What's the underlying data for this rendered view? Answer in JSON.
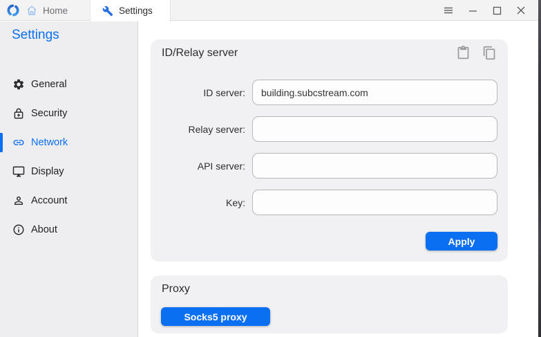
{
  "titlebar": {
    "tabs": [
      {
        "label": "Home"
      },
      {
        "label": "Settings"
      }
    ],
    "window_controls": [
      "menu",
      "minimize",
      "maximize",
      "close"
    ]
  },
  "sidebar": {
    "title": "Settings",
    "items": [
      {
        "label": "General",
        "icon": "gear-icon",
        "active": false
      },
      {
        "label": "Security",
        "icon": "lock-plus-icon",
        "active": false
      },
      {
        "label": "Network",
        "icon": "link-icon",
        "active": true
      },
      {
        "label": "Display",
        "icon": "monitor-icon",
        "active": false
      },
      {
        "label": "Account",
        "icon": "person-icon",
        "active": false
      },
      {
        "label": "About",
        "icon": "info-icon",
        "active": false
      }
    ]
  },
  "main": {
    "id_relay_card": {
      "title": "ID/Relay server",
      "header_icons": [
        "paste-icon",
        "copy-icon"
      ],
      "fields": [
        {
          "label": "ID server:",
          "value": "building.subcstream.com"
        },
        {
          "label": "Relay server:",
          "value": ""
        },
        {
          "label": "API server:",
          "value": ""
        },
        {
          "label": "Key:",
          "value": ""
        }
      ],
      "apply_label": "Apply"
    },
    "proxy_card": {
      "title": "Proxy",
      "socks5_label": "Socks5 proxy"
    }
  },
  "colors": {
    "accent_blue": "#0b6ff2",
    "sidebar_bg": "#eeeef0",
    "card_bg": "#f1f1f3",
    "titlebar_bg": "#f3f3f4"
  }
}
